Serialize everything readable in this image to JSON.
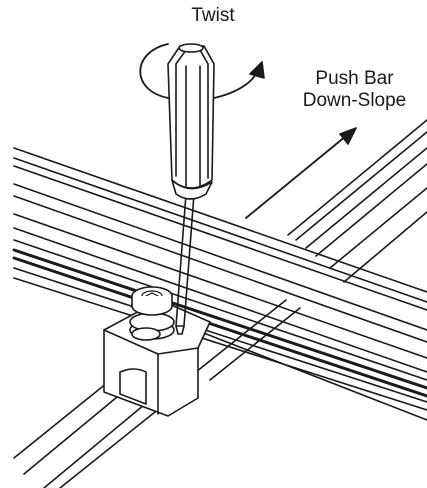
{
  "labels": {
    "twist": "Twist",
    "push_line1": "Push Bar",
    "push_line2": "Down-Slope"
  },
  "colors": {
    "ink": "#1a1a1a",
    "background": "#ffffff"
  }
}
